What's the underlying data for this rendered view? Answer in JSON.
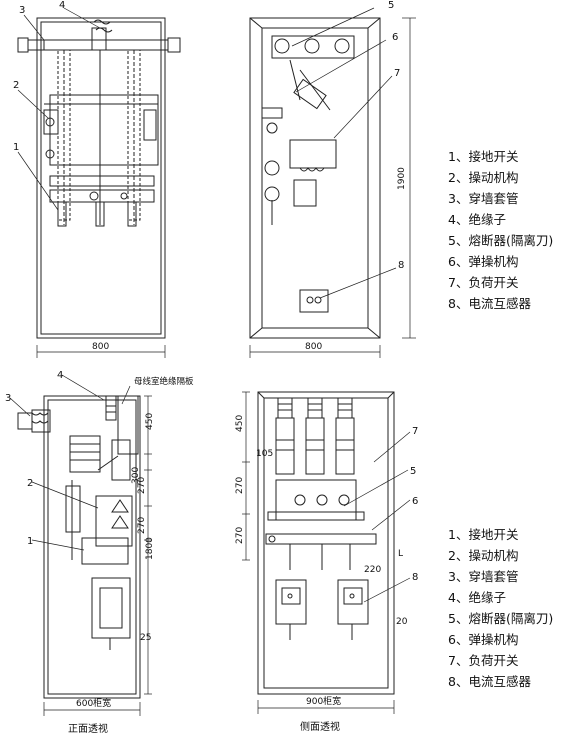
{
  "legend_items": [
    "1、接地开关",
    "2、操动机构",
    "3、穿墙套管",
    "4、绝缘子",
    "5、熔断器(隔离刀)",
    "6、弹操机构",
    "7、负荷开关",
    "8、电流互感器"
  ],
  "callouts": {
    "c1": "1",
    "c2": "2",
    "c3": "3",
    "c4": "4",
    "c5": "5",
    "c6": "6",
    "c7": "7",
    "c8": "8"
  },
  "dimensions": {
    "top_front_width": "800",
    "top_side_width": "800",
    "top_side_height": "1900",
    "bot_front_width": "600柜宽",
    "bot_side_width": "900柜宽",
    "h450a": "450",
    "h270a": "270",
    "h300": "300",
    "h270b": "270",
    "h1800": "1800",
    "h25": "25",
    "h450b": "450",
    "h105": "105",
    "h270c": "270",
    "h270d": "270",
    "h220": "220",
    "hL": "L",
    "h20": "20"
  },
  "annotations": {
    "busbar_plate": "母线室绝缘隔板"
  },
  "captions": {
    "front_view": "正面透视",
    "side_view": "侧面透视"
  }
}
